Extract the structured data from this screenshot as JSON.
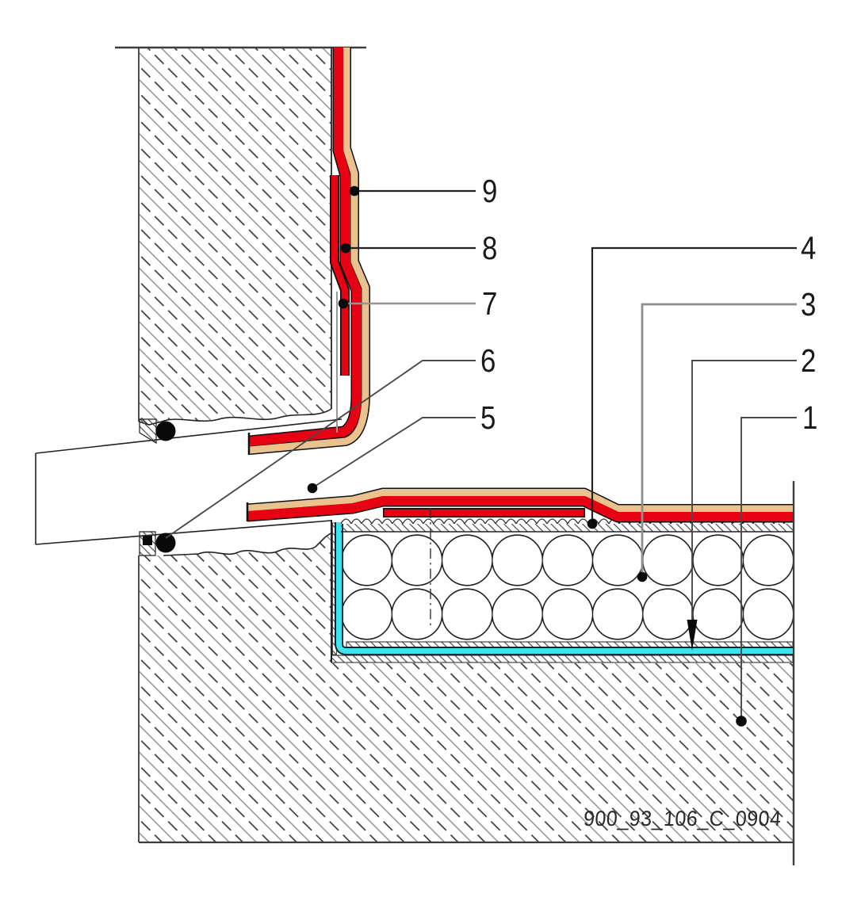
{
  "drawing": {
    "drawing_number": "900_93_106_C_0904",
    "labels": {
      "n1": "1",
      "n2": "2",
      "n3": "3",
      "n4": "4",
      "n5": "5",
      "n6": "6",
      "n7": "7",
      "n8": "8",
      "n9": "9"
    },
    "colors": {
      "membrane_red": "#e60212",
      "protection_layer_tan": "#eac28d",
      "coating_cyan": "#3fe2ef",
      "hatch_gray": "#8a8a8a",
      "line_dark": "#1f1f1f"
    }
  }
}
